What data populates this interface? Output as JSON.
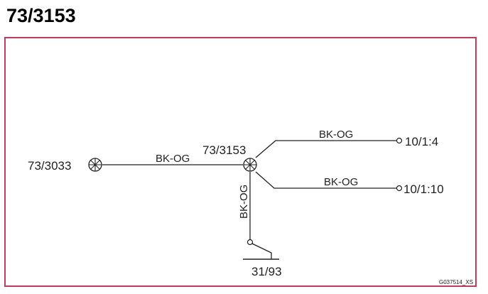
{
  "page": {
    "title": "73/3153"
  },
  "diagram": {
    "border_color": "#c23b5a",
    "line_color": "#222222",
    "nodes": {
      "left_connector": "73/3033",
      "center_splice": "73/3153",
      "top_right_terminal": "10/1:4",
      "bottom_right_terminal": "10/1:10",
      "ground": "31/93"
    },
    "wires": {
      "left": "BK-OG",
      "top_right": "BK-OG",
      "bottom_right": "BK-OG",
      "down": "BK-OG"
    },
    "reference": "G037514_XS"
  }
}
